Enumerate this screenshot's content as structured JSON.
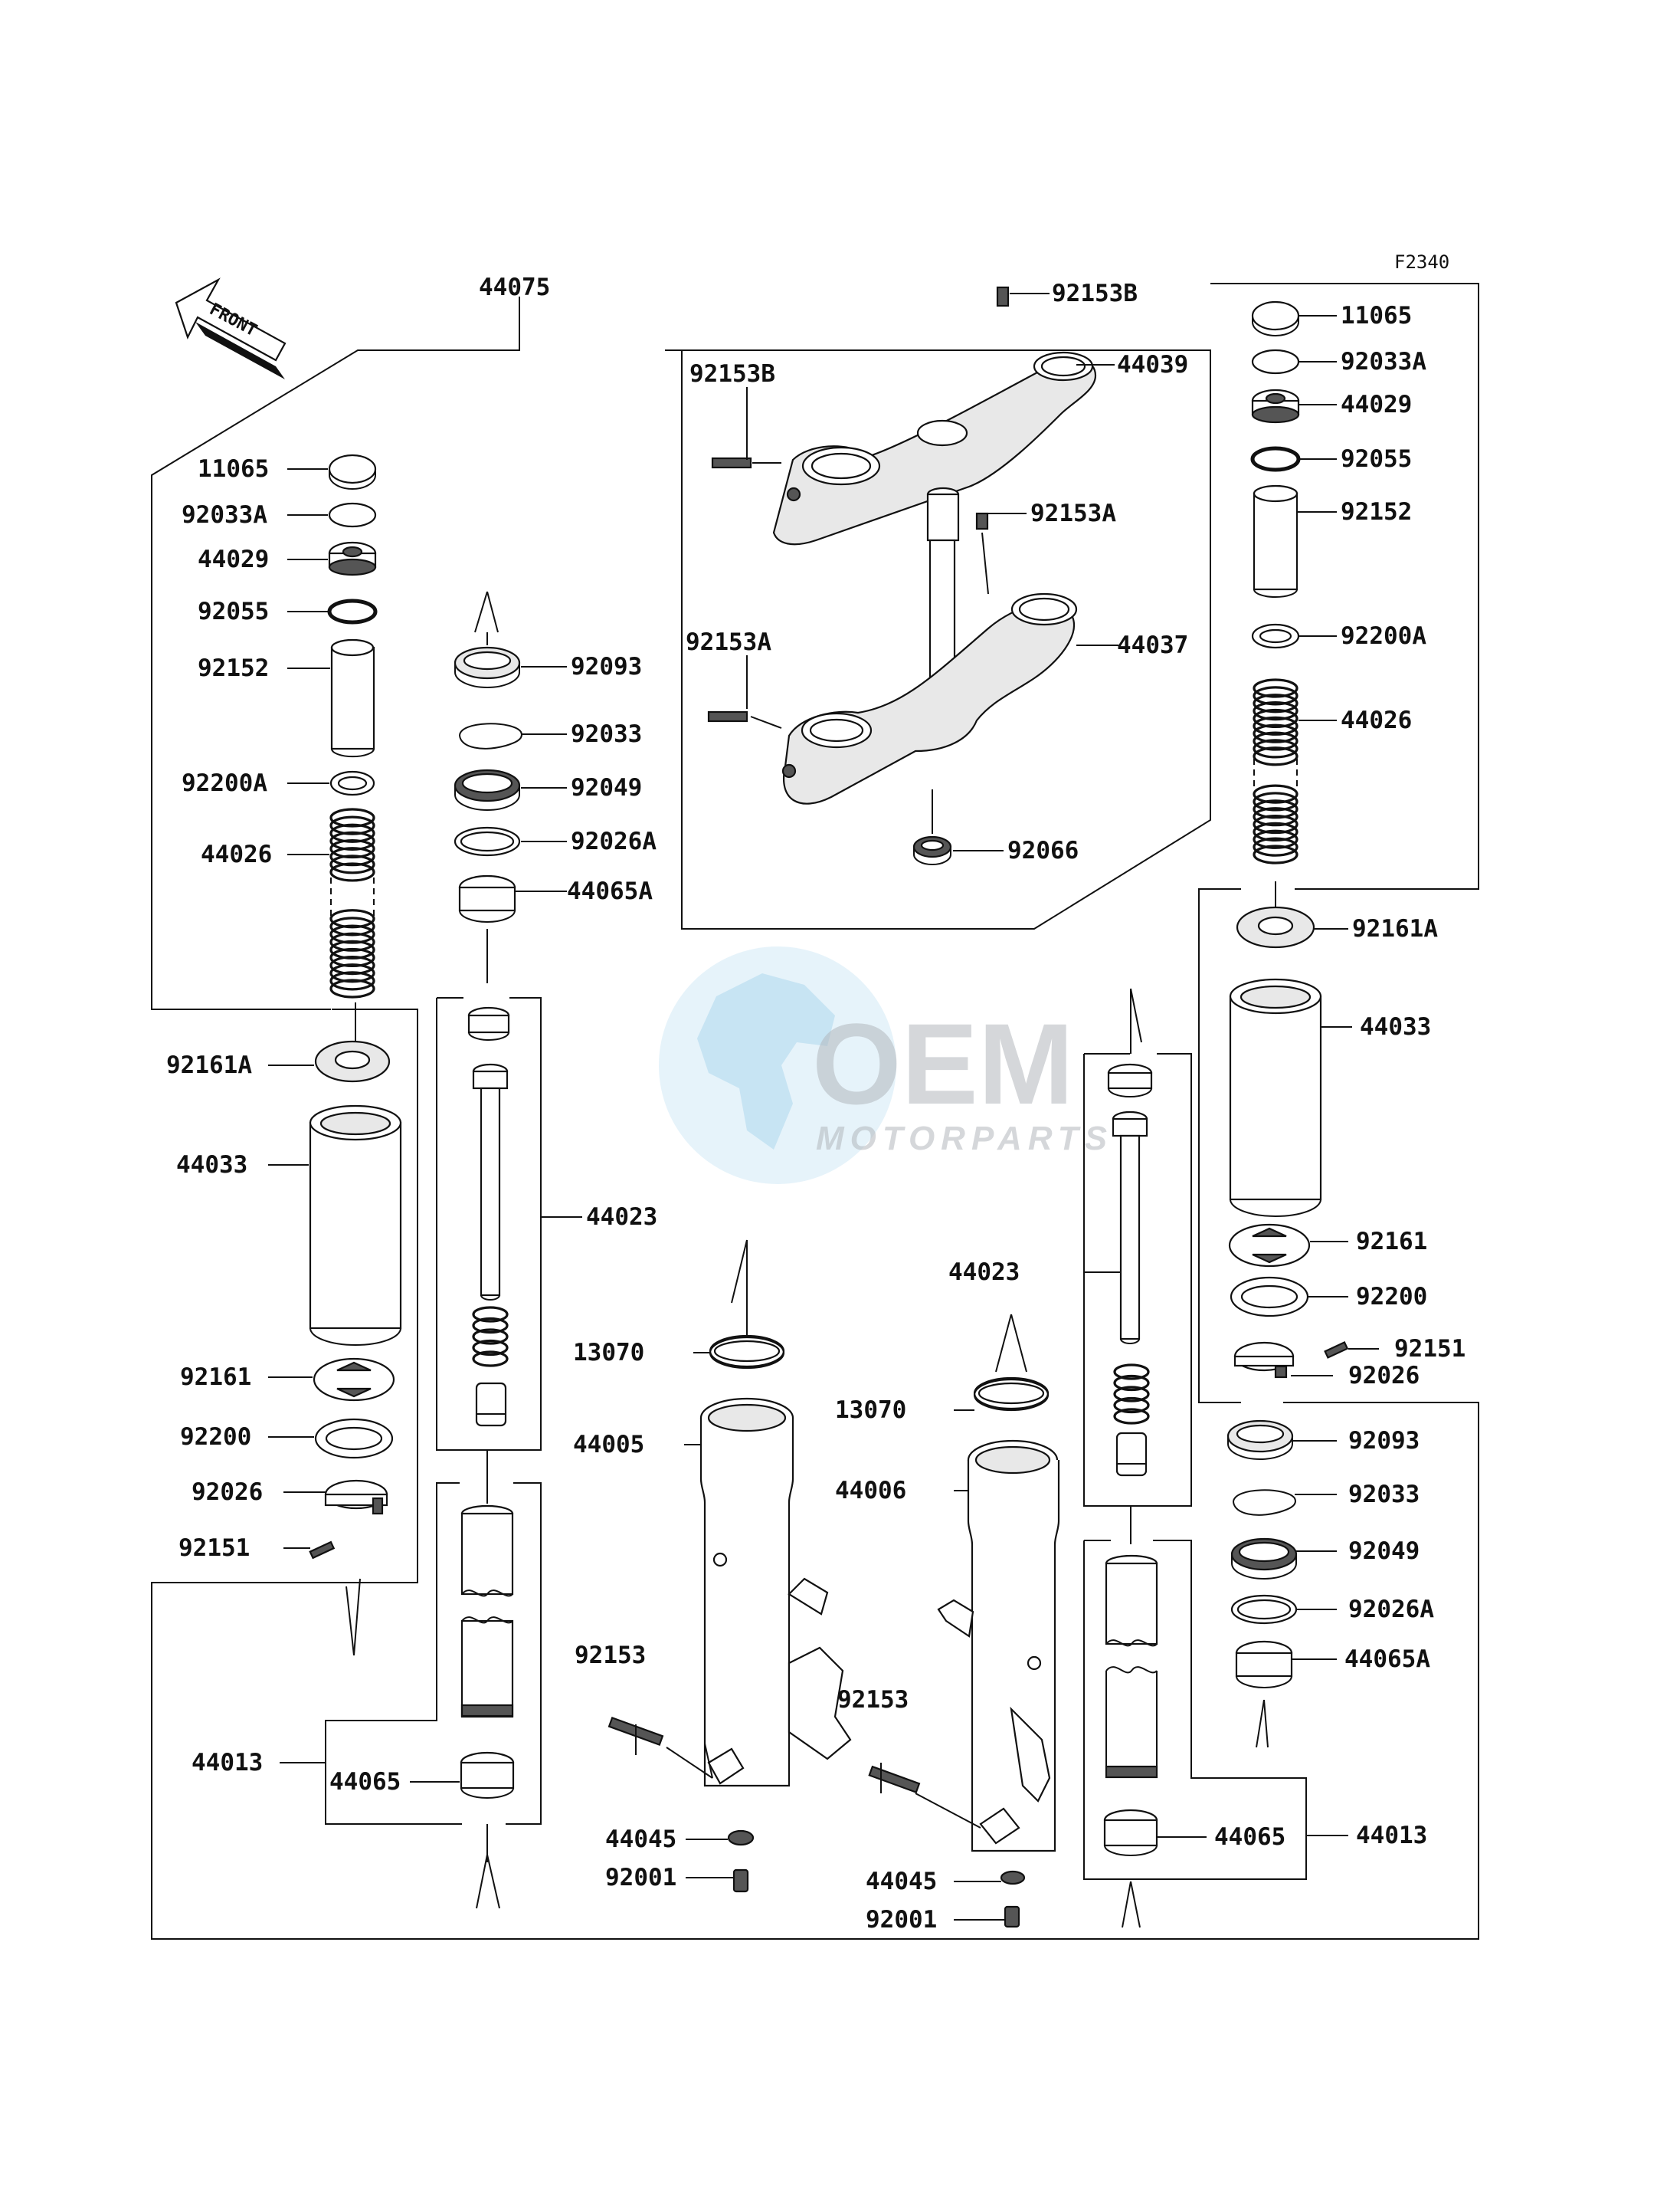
{
  "diagram_code": "F2340",
  "front_arrow": {
    "label": "FRONT"
  },
  "watermark": {
    "brand": "OEM",
    "sub": "MOTORPARTS"
  },
  "labels": {
    "l44075": "44075",
    "l11065_L": "11065",
    "l92033A_L": "92033A",
    "l44029_L": "44029",
    "l92055_L": "92055",
    "l92152_L": "92152",
    "l92200A_L": "92200A",
    "l44026_L": "44026",
    "l92161A_L": "92161A",
    "l44033_L": "44033",
    "l92161_L": "92161",
    "l92200_L": "92200",
    "l92026_L": "92026",
    "l92151_L": "92151",
    "l44013_L": "44013",
    "l44065_L": "44065",
    "l92093_L": "92093",
    "l92033_L": "92033",
    "l92049_L": "92049",
    "l92026A_L": "92026A",
    "l44065A_L": "44065A",
    "l44023_L": "44023",
    "l13070_L": "13070",
    "l44005": "44005",
    "l92153_L": "92153",
    "l44045_L": "44045",
    "l92001_L": "92001",
    "l92153B_top": "92153B",
    "l44039": "44039",
    "l92153B_left": "92153B",
    "l92153A_top": "92153A",
    "l92153A_left": "92153A",
    "l44037": "44037",
    "l92066": "92066",
    "l44023_R": "44023",
    "l13070_R": "13070",
    "l44006": "44006",
    "l92153_R": "92153",
    "l44045_R": "44045",
    "l92001_R": "92001",
    "l11065_R": "11065",
    "l92033A_R": "92033A",
    "l44029_R": "44029",
    "l92055_R": "92055",
    "l92152_R": "92152",
    "l92200A_R": "92200A",
    "l44026_R": "44026",
    "l92161A_R": "92161A",
    "l44033_R": "44033",
    "l92161_R": "92161",
    "l92200_R": "92200",
    "l92151_R": "92151",
    "l92026_R": "92026",
    "l92093_R": "92093",
    "l92033_R": "92033",
    "l92049_R": "92049",
    "l92026A_R": "92026A",
    "l44065A_R": "44065A",
    "l44013_R": "44013",
    "l44065_R": "44065"
  }
}
